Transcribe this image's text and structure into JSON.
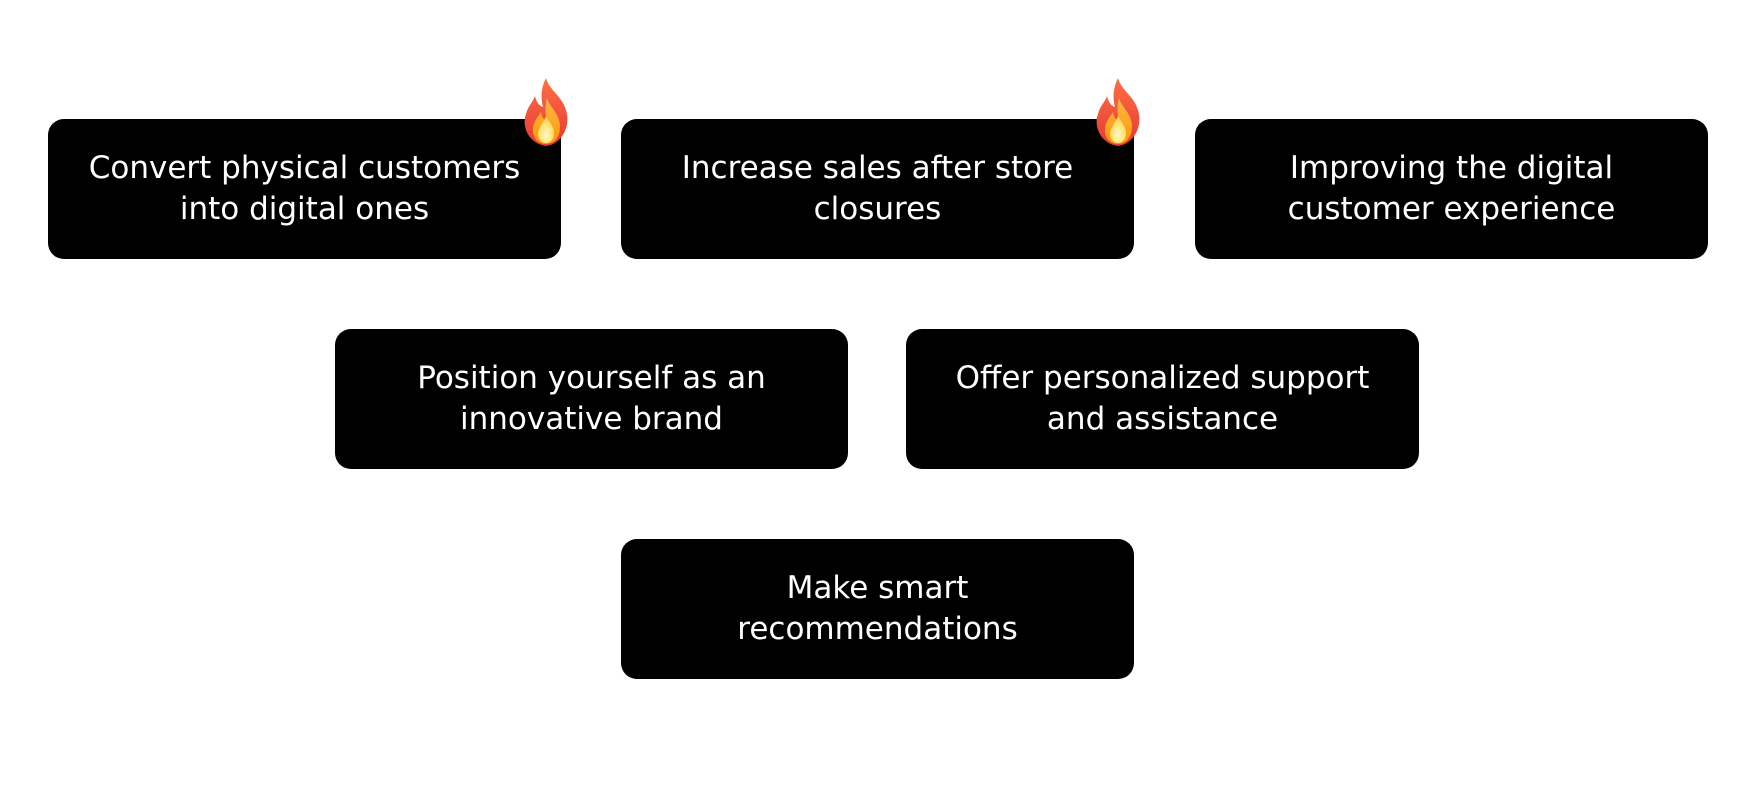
{
  "cards": [
    {
      "text_lines": [
        "Convert physical customers",
        "into digital ones"
      ],
      "badge": "fire-icon"
    },
    {
      "text_lines": [
        "Increase sales after store",
        "closures"
      ],
      "badge": "fire-icon"
    },
    {
      "text_lines": [
        "Improving the digital",
        "customer experience"
      ]
    },
    {
      "text_lines": [
        "Position yourself as an",
        "innovative brand"
      ]
    },
    {
      "text_lines": [
        "Offer personalized support",
        "and assistance"
      ]
    },
    {
      "text_lines": [
        "Make smart",
        "recommendations"
      ]
    }
  ],
  "colors": {
    "card_background": "#000000",
    "card_text": "#ffffff",
    "page_background": "#ffffff",
    "fire_outer": "#f4511e",
    "fire_mid": "#ff9800",
    "fire_inner": "#ffd54f"
  }
}
